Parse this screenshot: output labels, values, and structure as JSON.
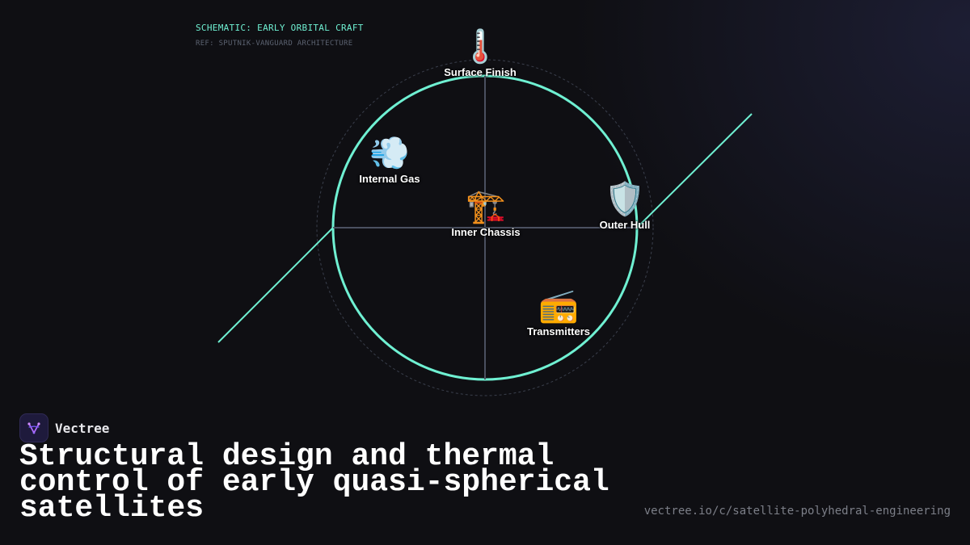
{
  "header": {
    "title": "SCHEMATIC: EARLY ORBITAL CRAFT",
    "ref": "REF: SPUTNIK-VANGUARD ARCHITECTURE"
  },
  "nodes": {
    "surface_finish": {
      "label": "Surface Finish",
      "icon": "🌡️"
    },
    "internal_gas": {
      "label": "Internal Gas",
      "icon": "💨"
    },
    "inner_chassis": {
      "label": "Inner Chassis",
      "icon": "🏗️"
    },
    "outer_hull": {
      "label": "Outer Hull",
      "icon": "🛡️"
    },
    "transmitters": {
      "label": "Transmitters",
      "icon": "📻"
    }
  },
  "brand": {
    "name": "Vectree"
  },
  "title": "Structural design and thermal control of early quasi-spherical satellites",
  "url": "vectree.io/c/satellite-polyhedral-engineering",
  "colors": {
    "accent": "#6ff0d2",
    "axis": "#4a5060",
    "background": "#0f0f13"
  }
}
